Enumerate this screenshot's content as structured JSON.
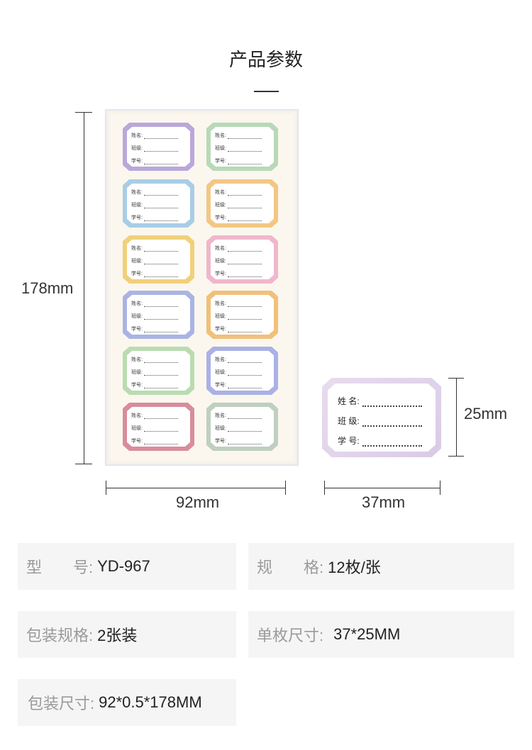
{
  "header": {
    "title": "产品参数"
  },
  "dimensions": {
    "height": "178mm",
    "width": "92mm",
    "label_width": "37mm",
    "label_height": "25mm"
  },
  "label_fields": {
    "name": "姓名:",
    "class": "班级:",
    "number": "学号:"
  },
  "big_label_fields": {
    "name": "姓 名:",
    "class": "班 级:",
    "number": "学 号:"
  },
  "label_colors": [
    [
      "#b9a8da",
      "#b8d9b8"
    ],
    [
      "#a9cde6",
      "#f2c785"
    ],
    [
      "#f0d07a",
      "#efb7cc"
    ],
    [
      "#aab4e4",
      "#f1c07a"
    ],
    [
      "#b9dcb0",
      "#a9b1e6"
    ],
    [
      "#d98c9c",
      "#bfcfc0"
    ]
  ],
  "specs": {
    "model": {
      "key": "型　　号:",
      "value": "YD-967"
    },
    "spec": {
      "key": "规　　格:",
      "value": "12枚/张"
    },
    "package": {
      "key": "包装规格:",
      "value": "2张装"
    },
    "single_size": {
      "key": "单枚尺寸:",
      "value": "37*25MM"
    },
    "package_size": {
      "key": "包装尺寸:",
      "value": "92*0.5*178MM"
    }
  }
}
